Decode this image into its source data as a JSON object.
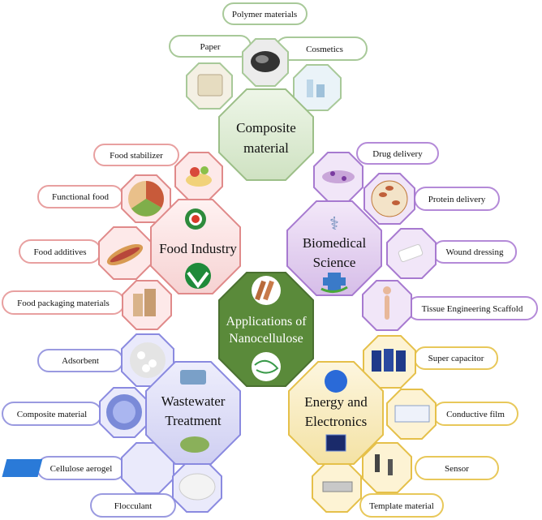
{
  "center": {
    "line1": "Applications of",
    "line2": "Nanocellulose",
    "color": "#5a8a3a"
  },
  "composite": {
    "line1": "Composite",
    "line2": "material",
    "color": "#d9ead0",
    "border": "#9cbf88",
    "items": [
      "Polymer materials",
      "Paper",
      "Cosmetics"
    ]
  },
  "food": {
    "line1": "Food Industry",
    "color": "#fbe3e3",
    "border": "#e08a8a",
    "items": [
      "Food stabilizer",
      "Functional food",
      "Food additives",
      "Food packaging materials"
    ]
  },
  "biomedical": {
    "line1": "Biomedical",
    "line2": "Science",
    "color": "#e6d3f0",
    "border": "#a77ad0",
    "items": [
      "Drug delivery",
      "Protein delivery",
      "Wound dressing",
      "Tissue Engineering Scaffold"
    ]
  },
  "wastewater": {
    "line1": "Wastewater",
    "line2": "Treatment",
    "color": "#dcdcf6",
    "border": "#8a8ae0",
    "items": [
      "Adsorbent",
      "Composite material",
      "Cellulose aerogel",
      "Flocculant"
    ]
  },
  "energy": {
    "line1": "Energy and",
    "line2": "Electronics",
    "color": "#faeec6",
    "border": "#e5c04a",
    "items": [
      "Super capacitor",
      "Conductive film",
      "Sensor",
      "Template material"
    ]
  }
}
